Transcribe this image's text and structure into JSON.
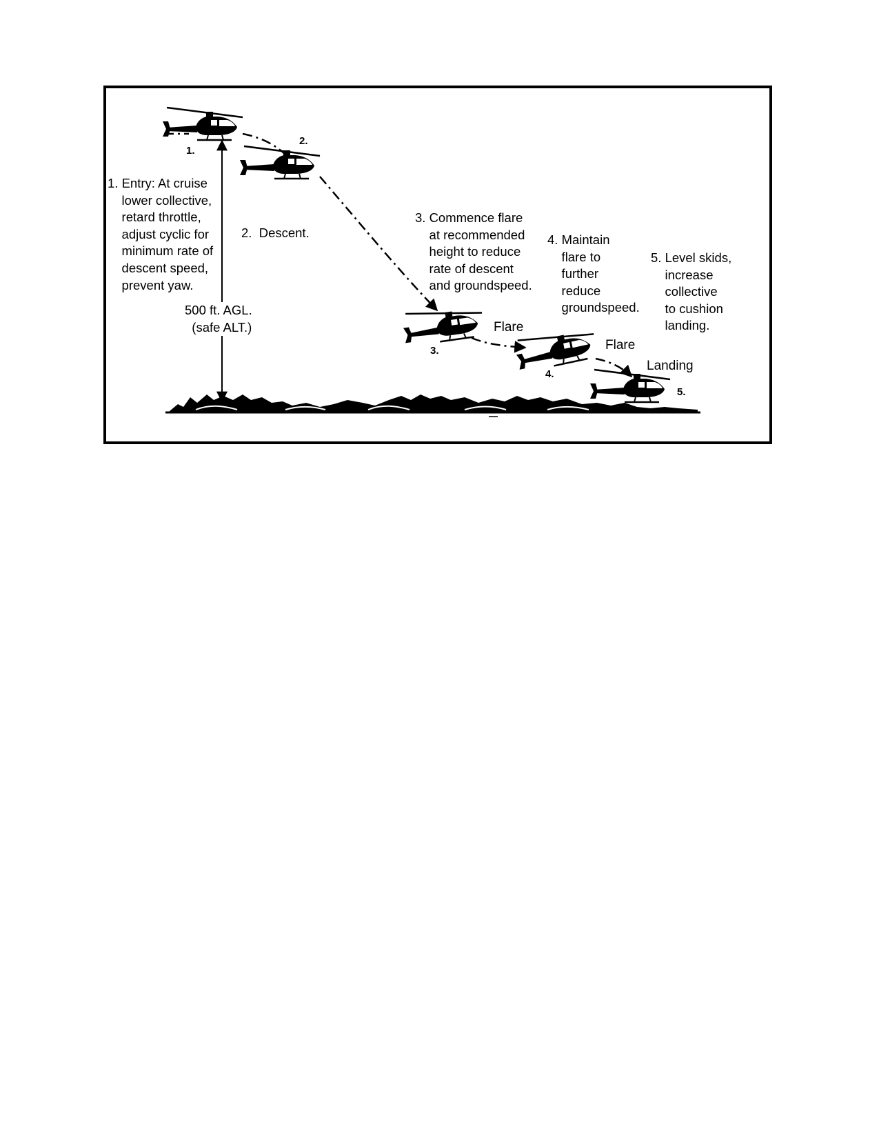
{
  "steps": [
    {
      "number": "1.",
      "text": "1. Entry: At cruise\n    lower collective,\n    retard throttle,\n    adjust cyclic for\n    minimum rate of\n    descent speed,\n    prevent yaw."
    },
    {
      "number": "2.",
      "text": "2.  Descent."
    },
    {
      "number": "3.",
      "text": "3. Commence flare\n    at recommended\n    height to reduce\n    rate of descent\n    and groundspeed."
    },
    {
      "number": "4.",
      "text": "4. Maintain\n    flare to\n    further\n    reduce\n    groundspeed."
    },
    {
      "number": "5.",
      "text": "5. Level skids,\n    increase\n    collective\n    to cushion\n    landing."
    }
  ],
  "altitude_label": "500 ft. AGL.\n  (safe ALT.)",
  "labels": {
    "flare_1": "Flare",
    "flare_2": "Flare",
    "landing": "Landing"
  }
}
